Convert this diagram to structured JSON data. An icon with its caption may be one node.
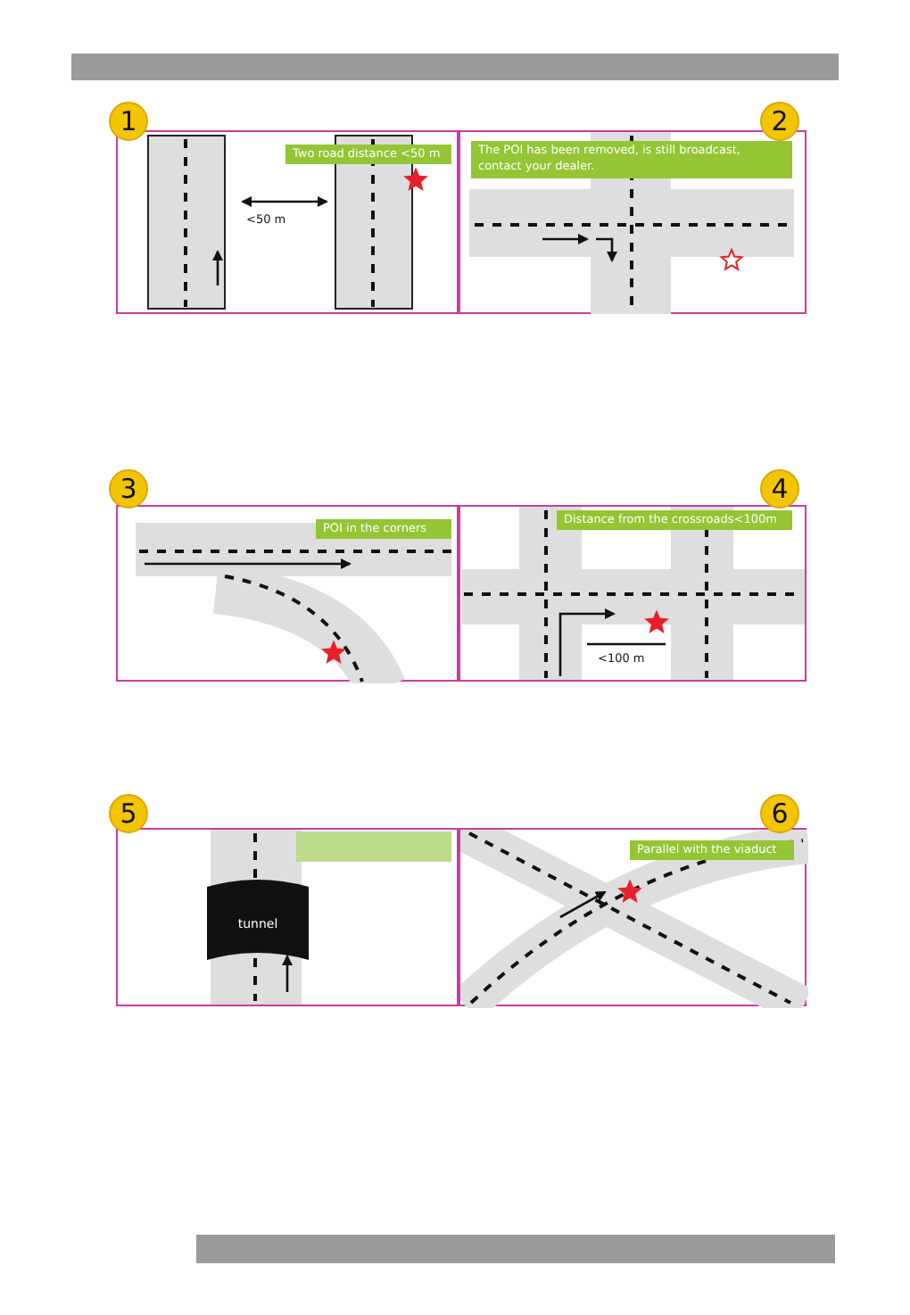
{
  "diagram": {
    "nodes": [
      {
        "text": [
          "1"
        ]
      },
      {
        "text": [
          "2"
        ]
      },
      {
        "text": [],
        "shape": "box"
      },
      {
        "text": [
          "Two road distance <50 m"
        ],
        "in": 2
      },
      {
        "text": [],
        "shape": "box"
      },
      {
        "text": [
          "The POI has been removed, is still broadcast, contact your dealer."
        ],
        "in": 4
      },
      {
        "text": [
          "3"
        ]
      },
      {
        "text": [
          "4"
        ]
      },
      {
        "text": [],
        "shape": "box"
      },
      {
        "text": [
          "POI in the corners"
        ],
        "in": 8
      },
      {
        "text": [],
        "shape": "box"
      },
      {
        "text": [
          "Distance from the crossroads<100m"
        ],
        "in": 10
      },
      {
        "text": [
          "5"
        ]
      },
      {
        "text": [
          "6"
        ]
      },
      {
        "text": [],
        "shape": "box"
      },
      {
        "text": [],
        "shape": "box",
        "in": 14
      },
      {
        "text": [
          "tunnel"
        ],
        "in": 14
      },
      {
        "text": [],
        "shape": "box"
      },
      {
        "text": [
          "Parallel with the viaduct"
        ],
        "in": 17
      }
    ],
    "labels": [
      "<50 m",
      "<100 m"
    ]
  }
}
